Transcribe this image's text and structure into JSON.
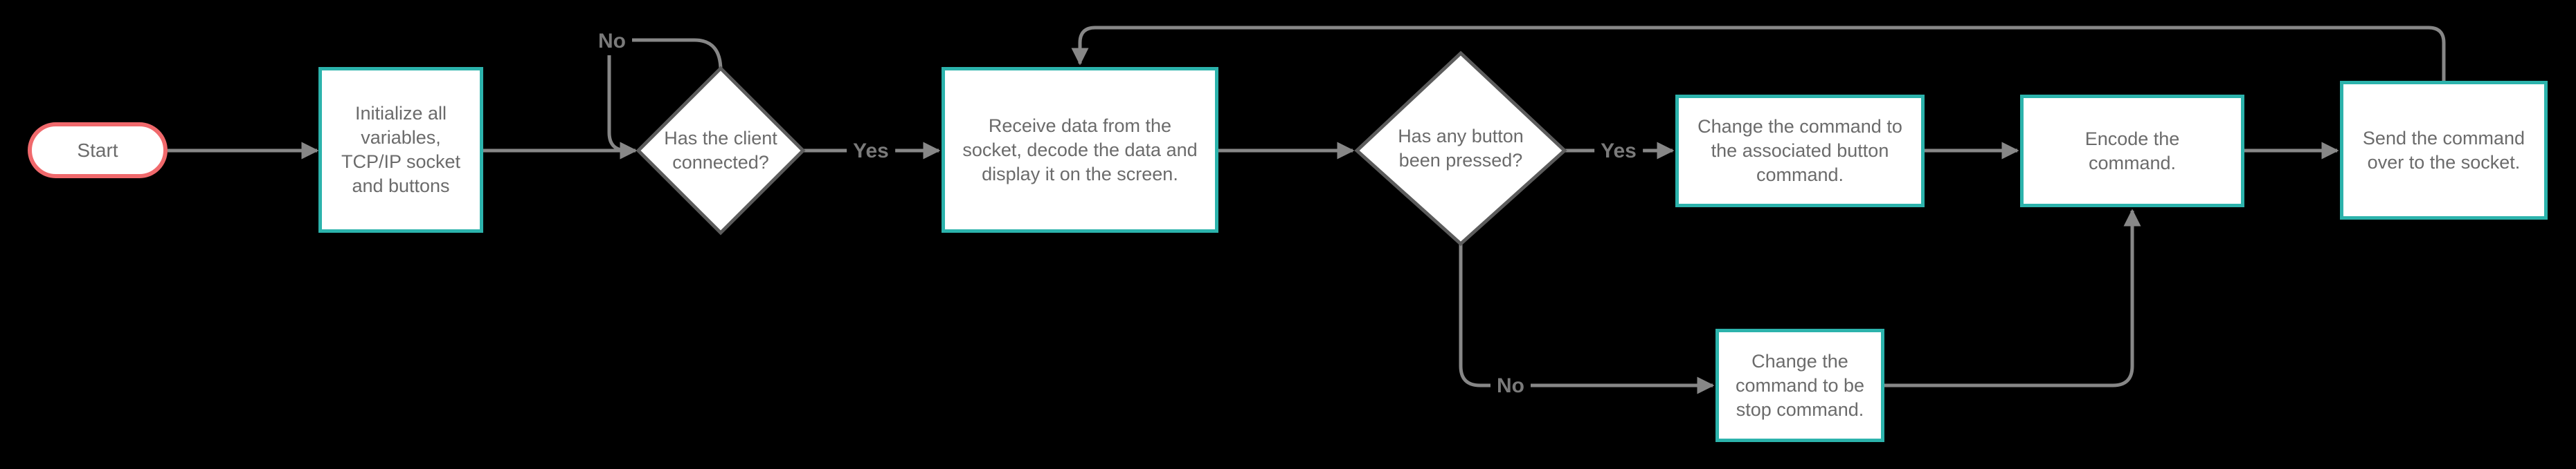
{
  "diagram": {
    "type": "flowchart",
    "background_color": "#000000",
    "colors": {
      "process_border": "#2cb3ac",
      "terminator_border": "#f0696c",
      "connector": "#878787",
      "decision_border": "#5c5c5c",
      "node_fill": "#ffffff",
      "text": "#6b6b6b"
    },
    "nodes": {
      "start": {
        "label": "Start",
        "shape": "terminator"
      },
      "initialize": {
        "label": "Initialize all\nvariables,\nTCP/IP socket\nand buttons",
        "shape": "process"
      },
      "client_connected": {
        "label": "Has the client\nconnected?",
        "shape": "decision"
      },
      "receive_data": {
        "label": "Receive data from the\nsocket, decode the data and\ndisplay it on the screen.",
        "shape": "process"
      },
      "button_pressed": {
        "label": "Has any button\nbeen pressed?",
        "shape": "decision"
      },
      "change_button_command": {
        "label": "Change the command to\nthe associated button\ncommand.",
        "shape": "process"
      },
      "encode_command": {
        "label": "Encode the\ncommand.",
        "shape": "process"
      },
      "send_command": {
        "label": "Send the command\nover to the socket.",
        "shape": "process"
      },
      "stop_command": {
        "label": "Change the\ncommand to be\nstop command.",
        "shape": "process"
      }
    },
    "edge_labels": {
      "client_connected_no": "No",
      "client_connected_yes": "Yes",
      "button_pressed_yes": "Yes",
      "button_pressed_no": "No"
    }
  }
}
